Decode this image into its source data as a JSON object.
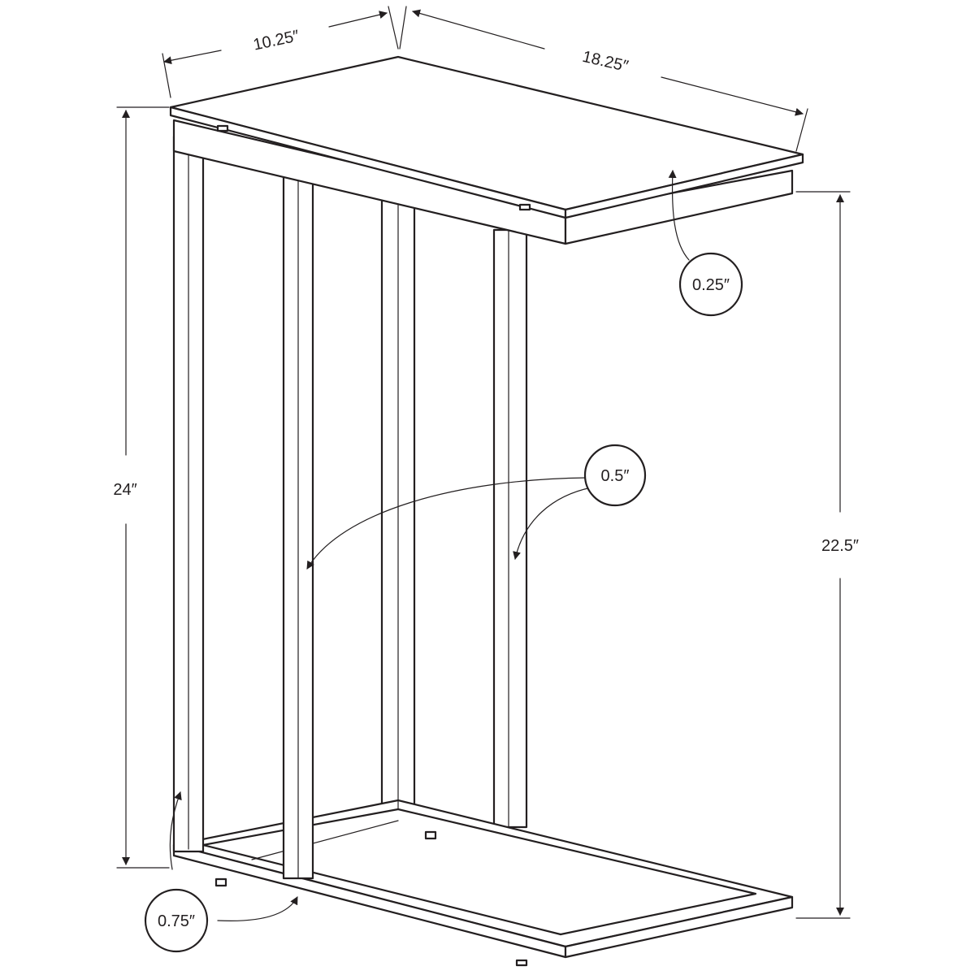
{
  "diagram": {
    "dimensions": {
      "width": "10.25″",
      "length": "18.25″",
      "height_total": "24″",
      "height_under_top": "22.5″",
      "top_thickness": "0.25″",
      "upright_thickness": "0.5″",
      "base_thickness": "0.75″"
    }
  }
}
